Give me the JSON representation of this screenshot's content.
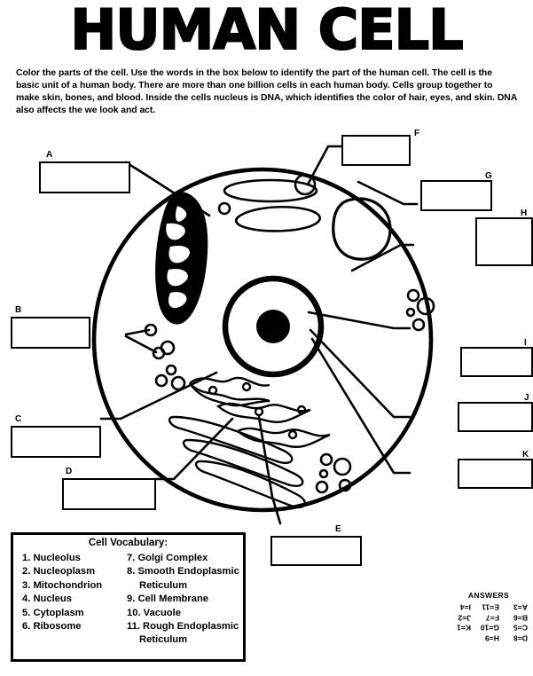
{
  "title": "HUMAN CELL",
  "instructions": "Color the parts of the cell. Use the words in the box below to identify the part of the human cell. The cell is the basic unit of a human body. There are more than one billion cells in each human body. Cells group together to make skin, bones, and blood. Inside the cells nucleus is DNA, which identifies the color of hair, eyes, and skin. DNA also affects the we look and act.",
  "label_boxes": [
    {
      "letter": "A",
      "value": ""
    },
    {
      "letter": "B",
      "value": ""
    },
    {
      "letter": "C",
      "value": ""
    },
    {
      "letter": "D",
      "value": ""
    },
    {
      "letter": "E",
      "value": ""
    },
    {
      "letter": "F",
      "value": ""
    },
    {
      "letter": "G",
      "value": ""
    },
    {
      "letter": "H",
      "value": ""
    },
    {
      "letter": "I",
      "value": ""
    },
    {
      "letter": "J",
      "value": ""
    },
    {
      "letter": "K",
      "value": ""
    }
  ],
  "vocabulary": {
    "heading": "Cell Vocabulary:",
    "column_left": [
      "1. Nucleolus",
      "2. Nucleoplasm",
      "3. Mitochondrion",
      "4. Nucleus",
      "5. Cytoplasm",
      "6. Ribosome"
    ],
    "column_right": [
      "7. Golgi Complex",
      "8. Smooth Endoplasmic",
      "Reticulum",
      "9. Cell  Membrane",
      "10. Vacuole",
      "11. Rough Endoplasmic",
      "Reticulum"
    ]
  },
  "answer_key": {
    "heading": "ANSWERS",
    "rows": [
      [
        "A=3",
        "E=11",
        "I=4"
      ],
      [
        "B=6",
        "F=7",
        "J=2"
      ],
      [
        "C=5",
        "G=10",
        "K=1"
      ],
      [
        "D=8",
        "H=9",
        ""
      ]
    ]
  },
  "diagram": {
    "name": "human-cell-diagram",
    "organelles": [
      "cell-membrane",
      "cytoplasm",
      "mitochondrion",
      "golgi-complex",
      "vacuole",
      "nucleus",
      "nucleolus",
      "nucleoplasm",
      "ribosomes",
      "rough-endoplasmic-reticulum",
      "smooth-endoplasmic-reticulum"
    ]
  },
  "colors": {
    "ink": "#000000",
    "paper": "#ffffff"
  }
}
